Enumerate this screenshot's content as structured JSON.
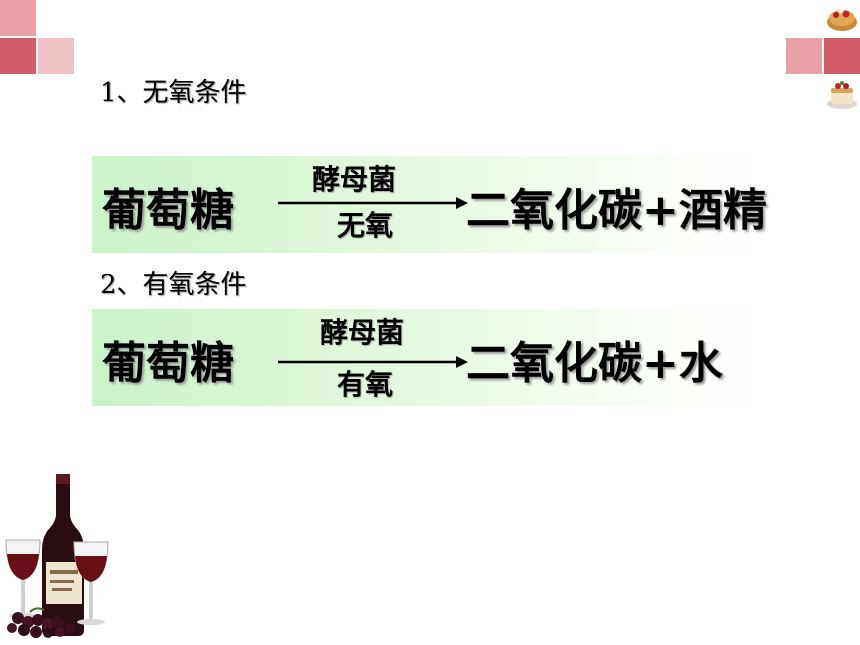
{
  "colors": {
    "square_pink": "#e8a0a4",
    "square_red": "#d45c66",
    "band_green": "#c9f3c9"
  },
  "section1": {
    "heading": "1、无氧条件",
    "reactant": "葡萄糖",
    "catalyst": "酵母菌",
    "condition": "无氧",
    "product": "二氧化碳+酒精"
  },
  "section2": {
    "heading": "2、有氧条件",
    "reactant": "葡萄糖",
    "catalyst": "酵母菌",
    "condition": "有氧",
    "product": "二氧化碳+水"
  },
  "decorations": {
    "top_right_images": [
      "waffle-dessert-image",
      "cake-dessert-image"
    ],
    "bottom_left_image": "wine-bottle-glasses-image"
  }
}
